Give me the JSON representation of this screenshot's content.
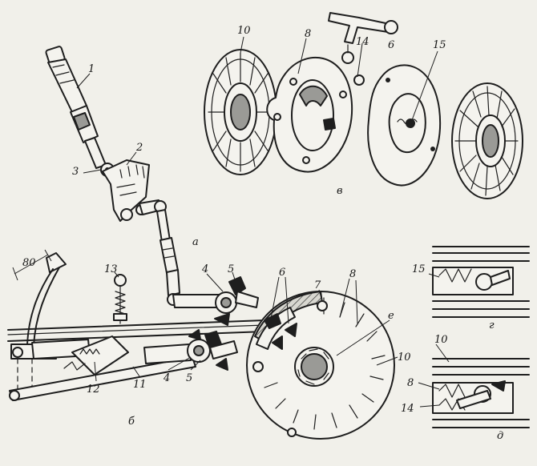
{
  "labels": {
    "n1": "1",
    "n2": "2",
    "n3": "3",
    "n4a": "4",
    "n5a": "5",
    "n4b": "4",
    "n5b": "5",
    "n6a": "6",
    "n6b": "6",
    "n7": "7",
    "n8a": "8",
    "n8b": "8",
    "n8c": "8",
    "n10a": "10",
    "n10b": "10",
    "n10c": "10",
    "n11": "11",
    "n12": "12",
    "n13": "13",
    "n14a": "14",
    "n14b": "14",
    "n15a": "15",
    "n15b": "15",
    "n80": "80",
    "la": "а",
    "lb": "б",
    "lv": "в",
    "lg": "г",
    "ld": "д",
    "le": "е"
  }
}
